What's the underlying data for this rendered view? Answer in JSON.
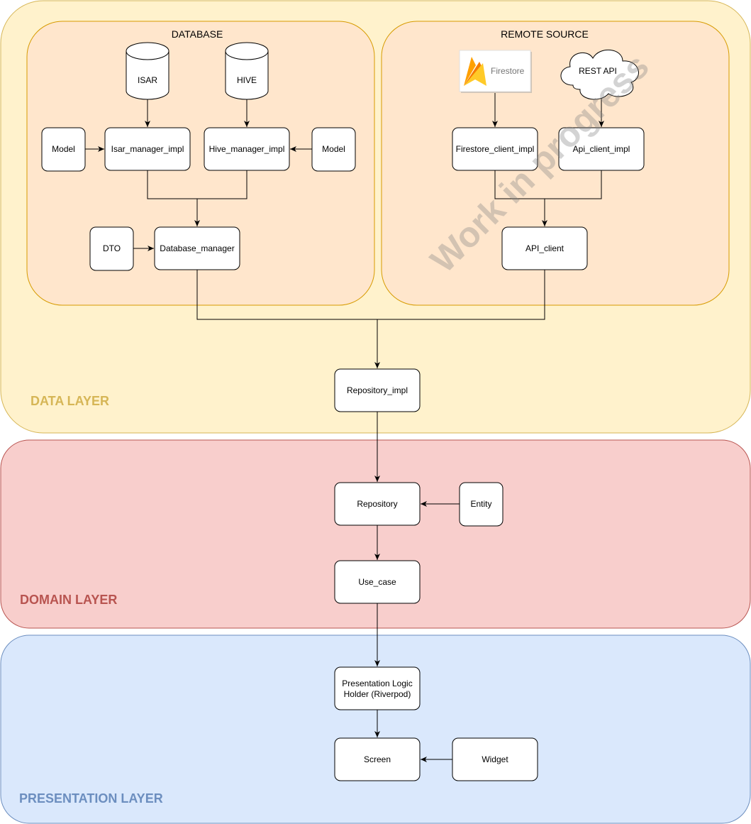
{
  "layers": {
    "data": {
      "label": "DATA LAYER",
      "fill": "#fff2cc",
      "stroke": "#d6b656",
      "text_color": "#d6b656"
    },
    "domain": {
      "label": "DOMAIN LAYER",
      "fill": "#f8cecc",
      "stroke": "#b85450",
      "text_color": "#b85450"
    },
    "presentation": {
      "label": "PRESENTATION LAYER",
      "fill": "#dae8fc",
      "stroke": "#6c8ebf",
      "text_color": "#6c8ebf"
    }
  },
  "groups": {
    "database": {
      "title": "DATABASE",
      "fill": "#ffe6cc",
      "stroke": "#d79b00"
    },
    "remote": {
      "title": "REMOTE SOURCE",
      "fill": "#ffe6cc",
      "stroke": "#d79b00"
    }
  },
  "nodes": {
    "isar": "ISAR",
    "hive": "HIVE",
    "model_left": "Model",
    "isar_manager_impl": "Isar_manager_impl",
    "hive_manager_impl": "Hive_manager_impl",
    "model_right": "Model",
    "dto": "DTO",
    "database_manager": "Database_manager",
    "firestore_logo_text": "Firestore",
    "rest_api": "REST API",
    "firestore_client_impl": "Firestore_client_impl",
    "api_client_impl": "Api_client_impl",
    "api_client": "API_client",
    "repository_impl": "Repository_impl",
    "repository": "Repository",
    "entity": "Entity",
    "use_case": "Use_case",
    "presentation_logic_line1": "Presentation Logic",
    "presentation_logic_line2": "Holder (Riverpod)",
    "screen": "Screen",
    "widget": "Widget"
  },
  "watermark": "Work in progress"
}
